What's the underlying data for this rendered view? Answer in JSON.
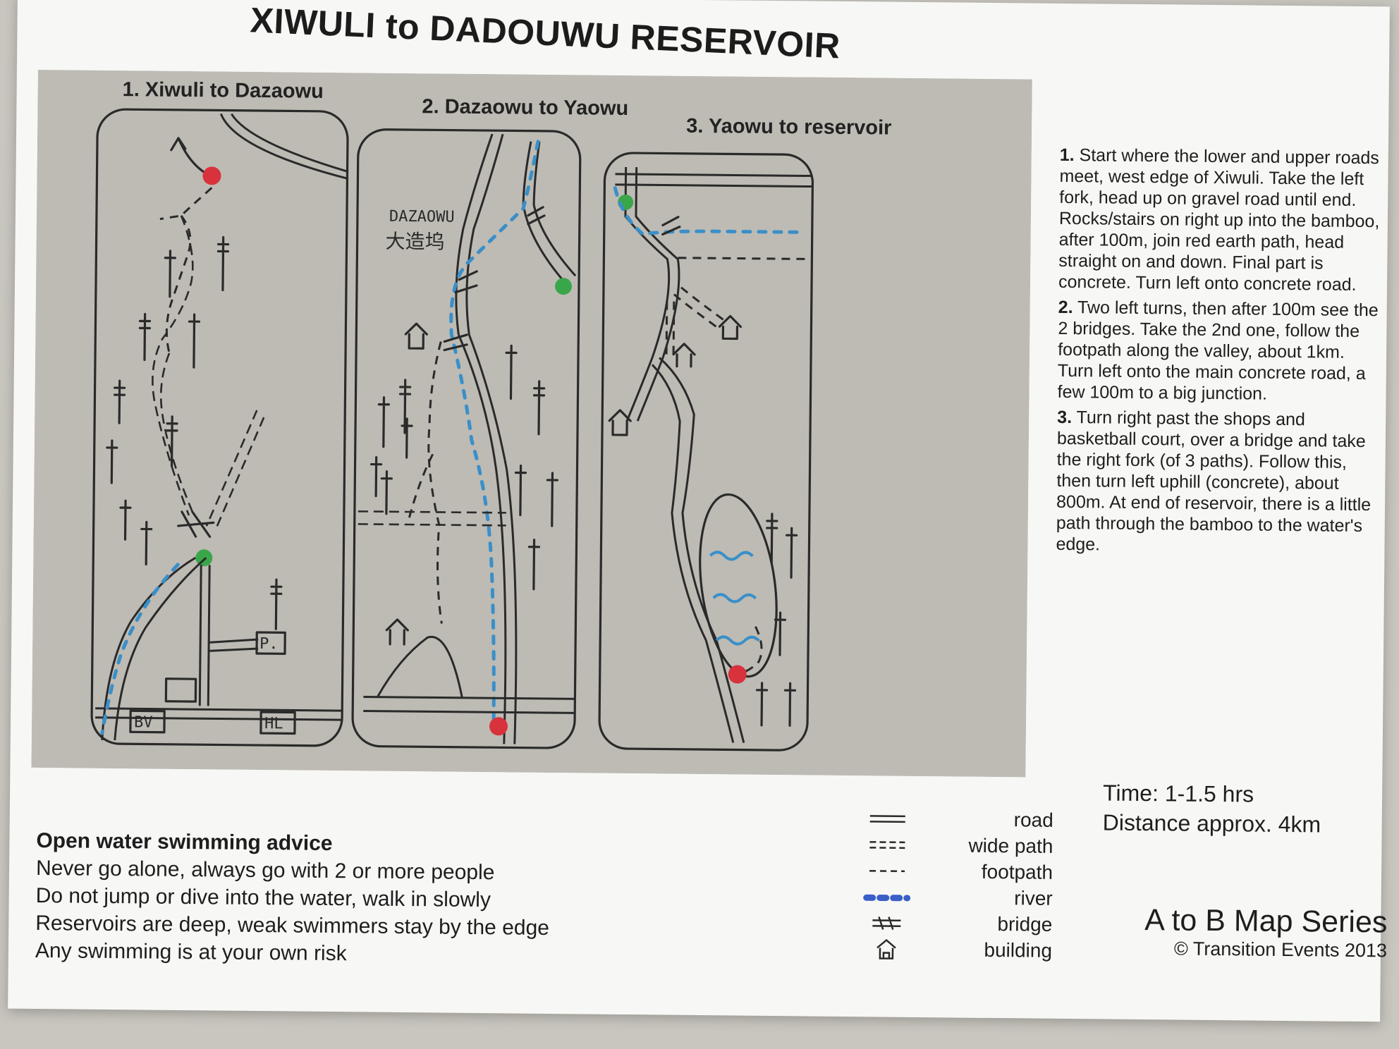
{
  "title": "XIWULI to DADOUWU RESERVOIR",
  "panels": [
    {
      "label": "1. Xiwuli to Dazaowu"
    },
    {
      "label": "2. Dazaowu to Yaowu"
    },
    {
      "label": "3. Yaowu to reservoir"
    }
  ],
  "map_labels": {
    "dazaowu_latin": "DAZAOWU",
    "dazaowu_chinese": "大造坞",
    "bv": "BV",
    "hl": "HL",
    "p": "P."
  },
  "steps": [
    {
      "num": "1.",
      "text": "Start where the lower and upper roads meet, west edge of Xiwuli. Take the left fork, head up on gravel road until end. Rocks/stairs on right up into the bamboo, after 100m, join red earth path, head straight on and down. Final part is concrete. Turn left onto concrete road."
    },
    {
      "num": "2.",
      "text": "Two left turns, then after 100m see the 2 bridges. Take the 2nd one, follow the footpath along the valley, about 1km. Turn left onto the main concrete road, a few 100m to a big junction."
    },
    {
      "num": "3.",
      "text": "Turn right past the shops and basketball court, over a bridge and take the right fork (of 3 paths). Follow this, then turn left uphill (concrete), about 800m. At end of reservoir, there is a little path through the bamboo to the water's edge."
    }
  ],
  "time": "Time: 1-1.5 hrs",
  "distance": "Distance approx. 4km",
  "advice": {
    "heading": "Open water swimming advice",
    "lines": [
      "Never go alone, always go with 2 or more people",
      "Do not jump or dive into the water, walk in slowly",
      "Reservoirs are deep, weak swimmers stay by the edge",
      "Any swimming is at your own risk"
    ]
  },
  "legend": [
    {
      "label": "road",
      "icon": "road-symbol"
    },
    {
      "label": "wide path",
      "icon": "wide-path-symbol"
    },
    {
      "label": "footpath",
      "icon": "footpath-symbol"
    },
    {
      "label": "river",
      "icon": "river-symbol"
    },
    {
      "label": "bridge",
      "icon": "bridge-symbol"
    },
    {
      "label": "building",
      "icon": "building-symbol"
    }
  ],
  "series": {
    "name": "A to B Map Series",
    "copyright": "© Transition Events 2013"
  },
  "colors": {
    "river": "#3a8fc9",
    "start_marker": "#d8323c",
    "end_marker": "#3aa64a",
    "map_background": "#bdbbb4"
  }
}
